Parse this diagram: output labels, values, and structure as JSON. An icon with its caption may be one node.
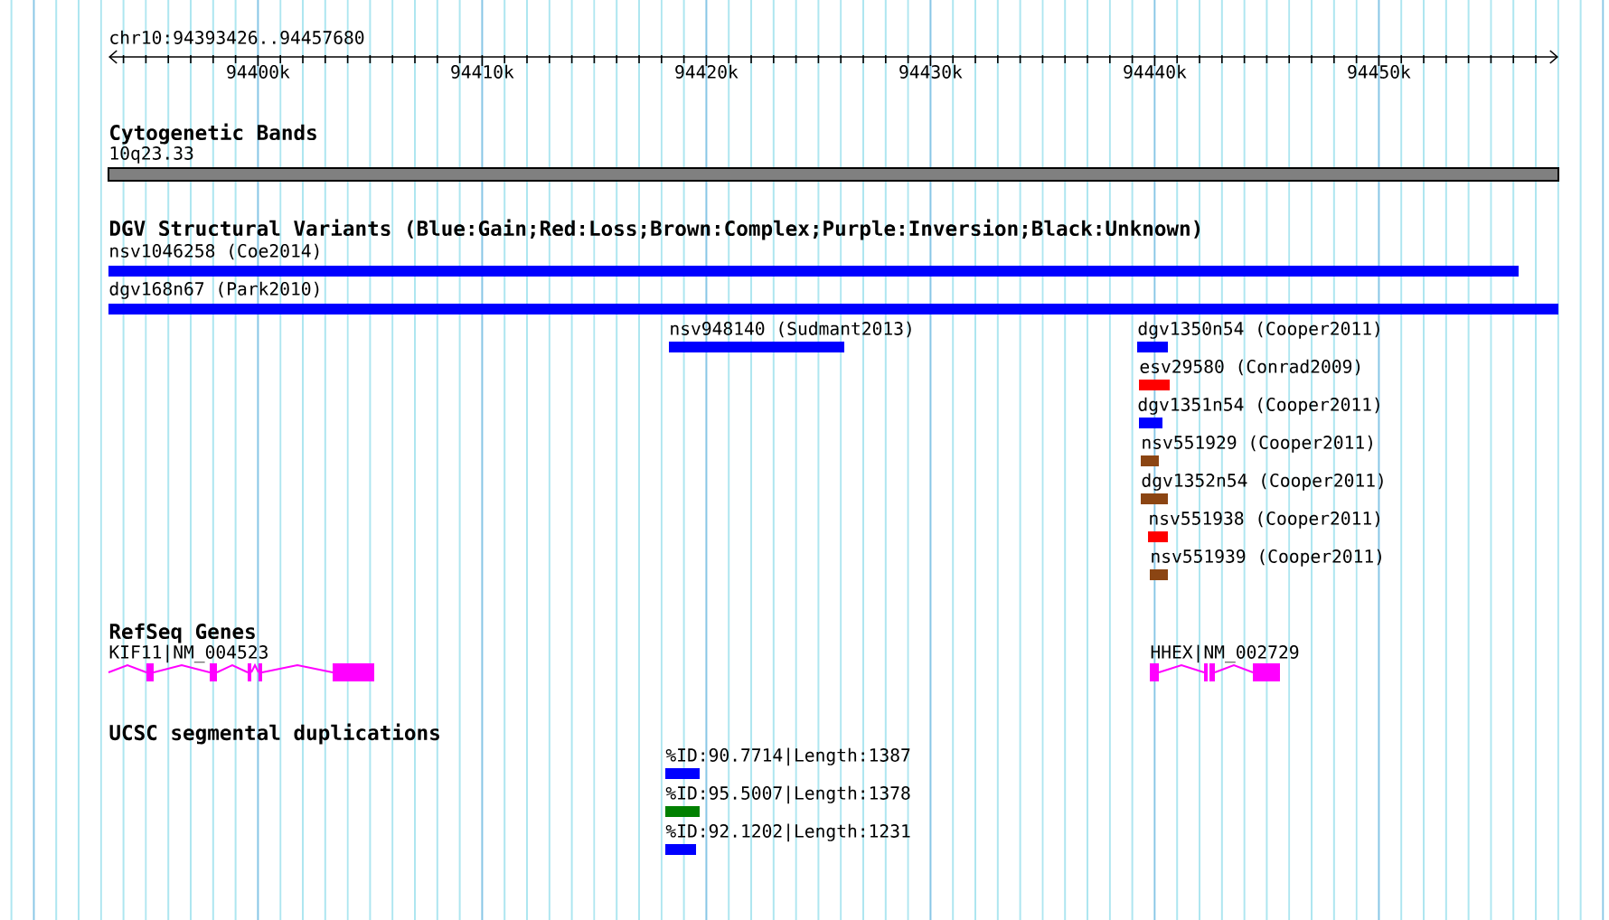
{
  "diagram": {
    "nodes": [
      {
        "text": [
          "10q23.33"
        ]
      },
      {
        "text": [
          "nsv1046258 (Coe2014)"
        ]
      },
      {
        "text": [
          "dgv168n67 (Park2010)"
        ]
      },
      {
        "text": [
          "nsv948140 (Sudmant2013)"
        ]
      },
      {
        "text": [
          "dgv1350n54 (Cooper2011)"
        ]
      },
      {
        "text": [
          "esv29580 (Conrad2009)"
        ]
      },
      {
        "text": [
          "dgv1351n54 (Cooper2011)"
        ]
      },
      {
        "text": [
          "nsv551929 (Cooper2011)"
        ]
      },
      {
        "text": [
          "dgv1352n54 (Cooper2011)"
        ]
      },
      {
        "text": [
          "nsv551938 (Cooper2011)"
        ]
      },
      {
        "text": [
          "nsv551939 (Cooper2011)"
        ]
      },
      {
        "text": [
          "KIF11|NM_004523"
        ]
      },
      {
        "text": [
          "HHEX|NM_002729"
        ]
      },
      {
        "text": [
          "%ID:90.7714|Length:1387"
        ]
      },
      {
        "text": [
          "%ID:95.5007|Length:1378"
        ]
      },
      {
        "text": [
          "%ID:92.1202|Length:1231"
        ]
      }
    ],
    "labels": [
      "chr10:94393426..94457680",
      "94400k",
      "94410k",
      "94420k",
      "94430k",
      "94440k",
      "94450k",
      "Cytogenetic Bands",
      "DGV Structural Variants (Blue:Gain;Red:Loss;Brown:Complex;Purple:Inversion;Black:Unknown)",
      "RefSeq Genes",
      "UCSC segmental duplications"
    ]
  }
}
